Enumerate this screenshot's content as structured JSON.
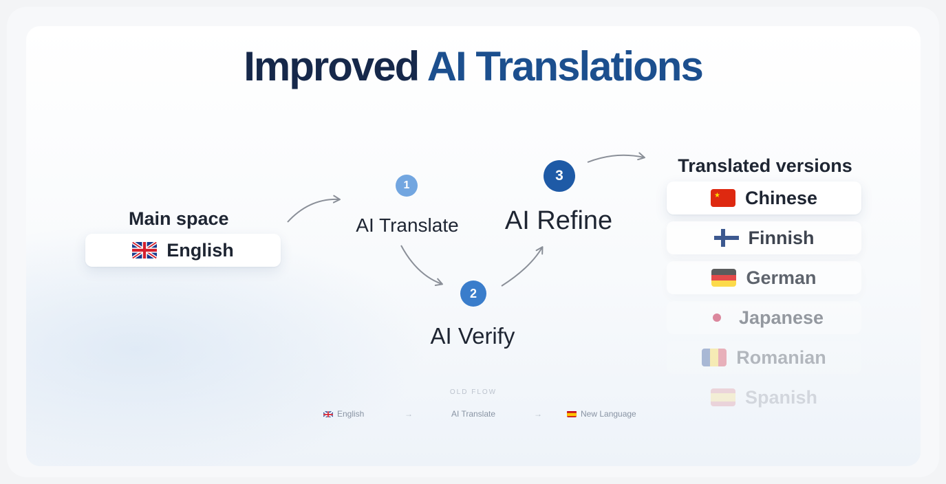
{
  "title": {
    "part1": "Improved ",
    "part2": "AI Translations"
  },
  "source": {
    "heading": "Main space",
    "language": "English",
    "flag_icon": "uk-flag-icon"
  },
  "steps": [
    {
      "number": "1",
      "label": "AI Translate",
      "color": "#72a6e0"
    },
    {
      "number": "2",
      "label": "AI Verify",
      "color": "#3a7dcb"
    },
    {
      "number": "3",
      "label": "AI Refine",
      "color": "#1e5aa6"
    }
  ],
  "translated": {
    "heading": "Translated versions",
    "languages": [
      {
        "name": "Chinese",
        "flag_icon": "china-flag-icon",
        "opacity": 1.0
      },
      {
        "name": "Finnish",
        "flag_icon": "finland-flag-icon",
        "opacity": 0.85
      },
      {
        "name": "German",
        "flag_icon": "germany-flag-icon",
        "opacity": 0.7
      },
      {
        "name": "Japanese",
        "flag_icon": "japan-flag-icon",
        "opacity": 0.45
      },
      {
        "name": "Romanian",
        "flag_icon": "romania-flag-icon",
        "opacity": 0.3
      },
      {
        "name": "Spanish",
        "flag_icon": "spain-flag-icon",
        "opacity": 0.12
      }
    ]
  },
  "old_flow": {
    "heading": "OLD FLOW",
    "items": [
      "English",
      "AI Translate",
      "New Language"
    ],
    "separator": "→"
  },
  "colors": {
    "title": "#16284a",
    "accent": "#1c4f8e",
    "text": "#1e2532",
    "arrow": "#8a8f98"
  }
}
